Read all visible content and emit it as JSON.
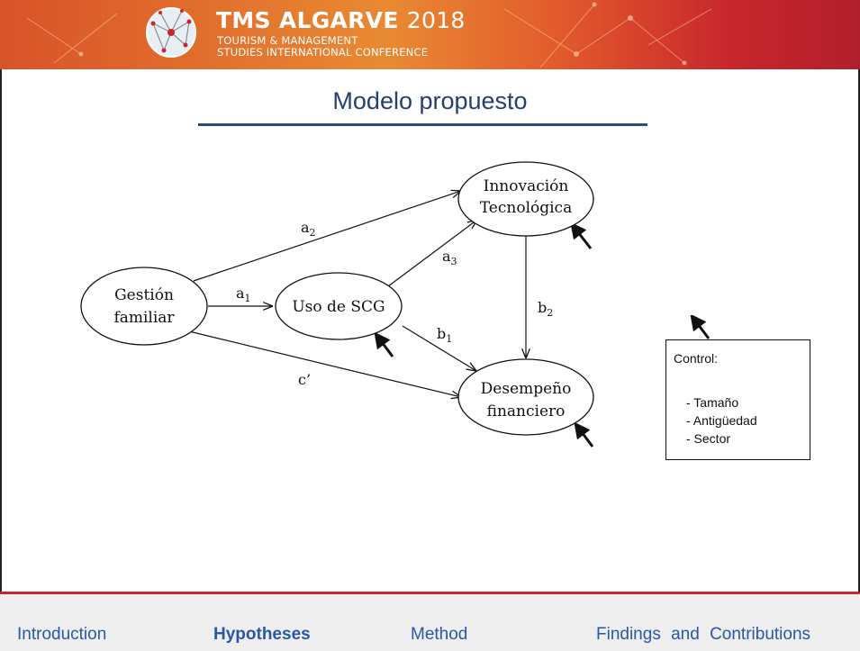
{
  "header": {
    "conf_name": "TMS ALGARVE",
    "conf_year": "2018",
    "subtitle_line1": "TOURISM & MANAGEMENT",
    "subtitle_line2": "STUDIES INTERNATIONAL CONFERENCE"
  },
  "slide": {
    "title": "Modelo propuesto"
  },
  "diagram": {
    "nodes": {
      "gestion_line1": "Gestión",
      "gestion_line2": "familiar",
      "uso": "Uso de SCG",
      "innov_line1": "Innovación",
      "innov_line2": "Tecnológica",
      "desemp_line1": "Desempeño",
      "desemp_line2": "financiero"
    },
    "edges": {
      "a1": "a",
      "a1_sub": "1",
      "a2": "a",
      "a2_sub": "2",
      "a3": "a",
      "a3_sub": "3",
      "b1": "b",
      "b1_sub": "1",
      "b2": "b",
      "b2_sub": "2",
      "c": "c’"
    }
  },
  "control": {
    "title": "Control:",
    "items": [
      "- Tamaño",
      "- Antigüedad",
      "- Sector"
    ]
  },
  "footer": {
    "nav": [
      "Introduction",
      "Hypotheses",
      "Method",
      "Findings and Contributions"
    ],
    "active": "Hypotheses"
  },
  "colors": {
    "title_blue": "#24406e",
    "nav_blue": "#2b57a4",
    "banner_red": "#c8262c",
    "banner_orange": "#e98a33"
  }
}
